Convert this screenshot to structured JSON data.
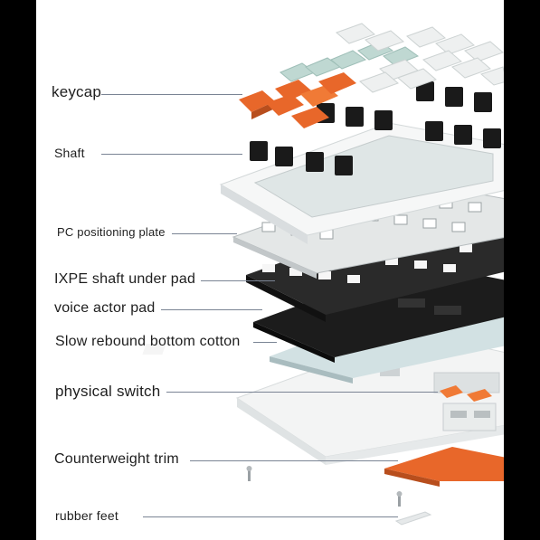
{
  "labels": {
    "keycap": "keycap",
    "shaft": "Shaft",
    "pc_plate": "PC positioning plate",
    "ixpe": "IXPE shaft under pad",
    "voice_actor": "voice actor pad",
    "slow_rebound": "Slow rebound bottom cotton",
    "physical_switch": "physical switch",
    "counterweight": "Counterweight trim",
    "rubber_feet": "rubber feet"
  },
  "colors": {
    "orange": "#e8672a",
    "keycap_white": "#eef0f0",
    "keycap_mint": "#bfd8d2",
    "black": "#1a1a1a",
    "case_white": "#f2f3f3",
    "leader": "#7a8494"
  }
}
